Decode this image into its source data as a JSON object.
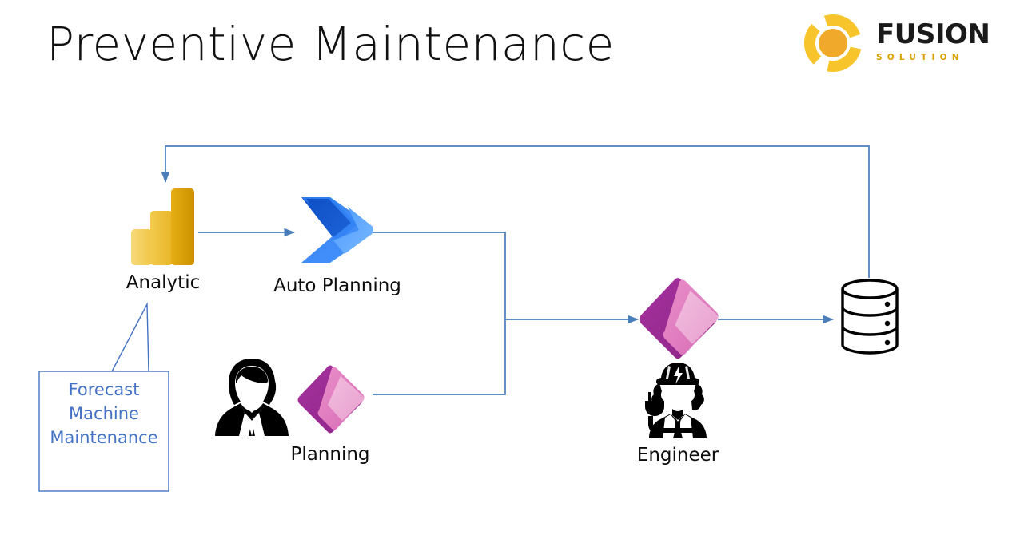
{
  "slide": {
    "title": "Preventive Maintenance",
    "background_color": "#FFFFFF"
  },
  "logo": {
    "name": "fusion-solution-logo",
    "word": "FUSION",
    "subword": "SOLUTION",
    "mark_color_outer": "#F7C52B",
    "mark_color_inner": "#F0A92B",
    "word_color": "#1A1A1A",
    "sub_color": "#D8A200"
  },
  "theme": {
    "connector_color": "#4A7EBB",
    "label_color": "#0D0D0D",
    "callout_text_color": "#4472C4",
    "callout_border_color": "#4472C4"
  },
  "nodes": [
    {
      "id": "analytic",
      "label": "Analytic",
      "icon": "power-bi-icon",
      "icon_colors": [
        "#F2C94C",
        "#EDB92E",
        "#D9A400",
        "#E8B11F"
      ]
    },
    {
      "id": "auto-planning",
      "label": "Auto Planning",
      "icon": "power-automate-icon",
      "icon_colors": [
        "#0B53CE",
        "#1F6FE5",
        "#2D8CFF",
        "#6BB8FF"
      ]
    },
    {
      "id": "planning-user",
      "label": "",
      "icon": "businesswoman-icon",
      "icon_colors": [
        "#000000"
      ]
    },
    {
      "id": "planning",
      "label": "Planning",
      "icon": "power-apps-icon",
      "icon_colors": [
        "#9B2F95",
        "#B5419E",
        "#E186C4",
        "#F0B6DC"
      ]
    },
    {
      "id": "engineer-app",
      "label": "",
      "icon": "power-apps-icon",
      "icon_colors": [
        "#9B2F95",
        "#B5419E",
        "#E186C4",
        "#F0B6DC"
      ]
    },
    {
      "id": "engineer",
      "label": "Engineer",
      "icon": "engineer-electrician-icon",
      "icon_colors": [
        "#000000"
      ]
    },
    {
      "id": "database",
      "label": "",
      "icon": "database-cylinder-icon",
      "icon_colors": [
        "#000000"
      ]
    }
  ],
  "callout": {
    "name": "forecast-callout",
    "lines": [
      "Forecast",
      "Machine",
      "Maintenance"
    ],
    "line1": "Forecast",
    "line2": "Machine",
    "line3": "Maintenance"
  },
  "connectors": [
    {
      "id": "analytic-to-auto-planning",
      "from": "analytic",
      "to": "auto-planning",
      "arrow": true
    },
    {
      "id": "auto-planning-to-merge",
      "from": "auto-planning",
      "to": "merge-point",
      "arrow": false
    },
    {
      "id": "planning-to-merge",
      "from": "planning",
      "to": "merge-point",
      "arrow": false
    },
    {
      "id": "merge-to-engineer-app",
      "from": "merge-point",
      "to": "engineer-app",
      "arrow": true
    },
    {
      "id": "engineer-app-to-database",
      "from": "engineer-app",
      "to": "database",
      "arrow": true
    },
    {
      "id": "database-feedback-to-analytic",
      "from": "database",
      "to": "analytic",
      "arrow": true
    }
  ]
}
